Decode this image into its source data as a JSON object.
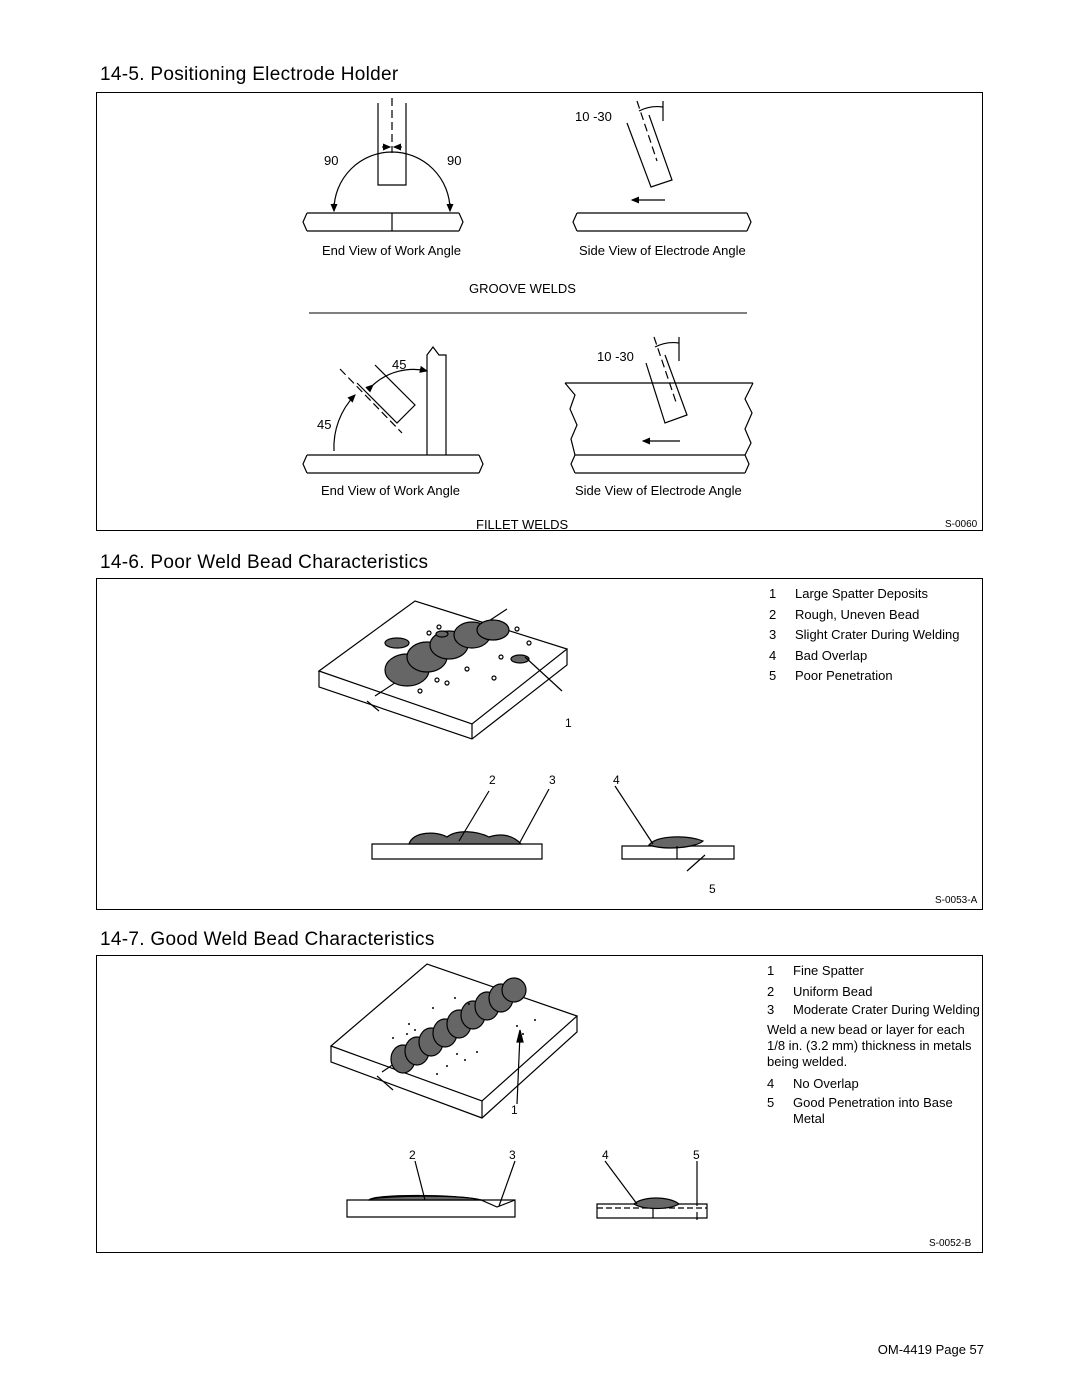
{
  "section1": {
    "heading": "14-5.  Positioning Electrode Holder",
    "angle_90_left": "90",
    "angle_90_right": "90",
    "angle_10_30_top": "10 -30",
    "caption_end_view_groove": "End View of Work Angle",
    "caption_side_view_groove": "Side View of Electrode Angle",
    "groove_welds": "GROOVE WELDS",
    "angle_45_top": "45",
    "angle_45_left": "45",
    "angle_10_30_bottom": "10 -30",
    "caption_end_view_fillet": "End View of Work Angle",
    "caption_side_view_fillet": "Side View of Electrode Angle",
    "fillet_welds": "FILLET WELDS",
    "code": "S-0060"
  },
  "section2": {
    "heading": "14-6.  Poor Weld Bead Characteristics",
    "legend": [
      {
        "num": "1",
        "text": "Large Spatter Deposits"
      },
      {
        "num": "2",
        "text": "Rough, Uneven Bead"
      },
      {
        "num": "3",
        "text": "Slight Crater During Welding"
      },
      {
        "num": "4",
        "text": "Bad Overlap"
      },
      {
        "num": "5",
        "text": "Poor Penetration"
      }
    ],
    "callouts": [
      "1",
      "2",
      "3",
      "4",
      "5"
    ],
    "code": "S-0053-A"
  },
  "section3": {
    "heading": "14-7.  Good Weld Bead Characteristics",
    "legend_top": [
      {
        "num": "1",
        "text": "Fine Spatter"
      },
      {
        "num": "2",
        "text": "Uniform Bead"
      },
      {
        "num": "3",
        "text": "Moderate Crater During Welding"
      }
    ],
    "note": "Weld a new bead or layer for each 1/8 in. (3.2 mm) thickness in metals being welded.",
    "legend_bottom": [
      {
        "num": "4",
        "text": "No Overlap"
      },
      {
        "num": "5",
        "text": "Good Penetration into Base Metal"
      }
    ],
    "callouts": [
      "1",
      "2",
      "3",
      "4",
      "5"
    ],
    "code": "S-0052-B"
  },
  "footer": {
    "page": "OM-4419 Page 57"
  }
}
